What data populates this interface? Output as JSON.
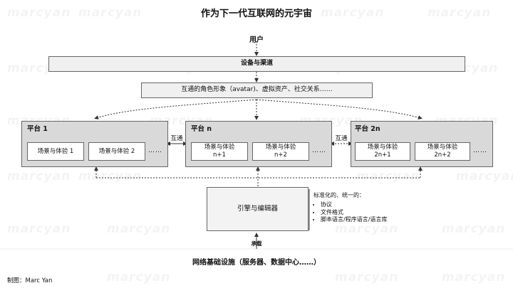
{
  "title": "作为下一代互联网的元宇宙",
  "top": {
    "user": "用户"
  },
  "layers": {
    "devices": "设备与渠道",
    "roles": "互通的角色形象（avatar)、虚拟资产、社交关系……"
  },
  "interop_label": "互通",
  "platforms": [
    {
      "name": "平台 1",
      "scenes": [
        "场景与体验 1",
        "场景与体验 2"
      ]
    },
    {
      "name": "平台 n",
      "scenes": [
        "场景与体验\nn+1",
        "场景与体验\nn+2"
      ]
    },
    {
      "name": "平台 2n",
      "scenes": [
        "场景与体验\n2n+1",
        "场景与体验\n2n+2"
      ]
    }
  ],
  "ellipsis": "……",
  "engine": "引擎与编辑器",
  "standards": {
    "heading": "标准化的、统一的：",
    "items": [
      "协议",
      "文件格式",
      "脚本语言/程序语言/语言库"
    ]
  },
  "carry_label": "承载",
  "infrastructure": "网络基础设施（服务器、数据中心……）",
  "credit": "制图：Marc Yan",
  "watermark": "marcyan"
}
